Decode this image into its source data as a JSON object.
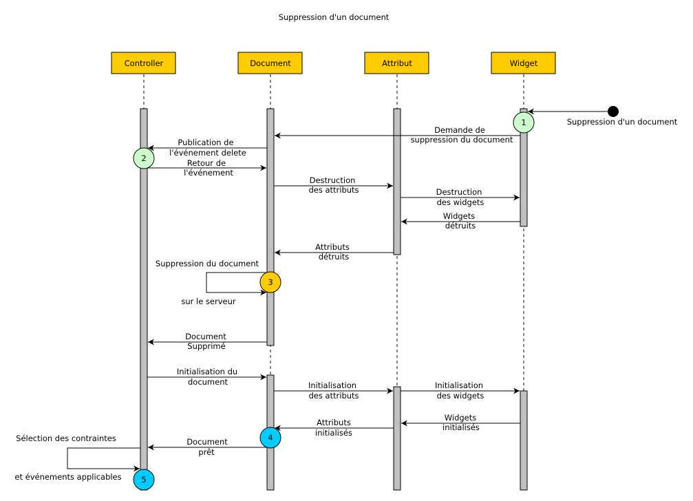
{
  "title": "Suppression d'un document",
  "actors": [
    "Controller",
    "Document",
    "Attribut",
    "Widget"
  ],
  "start_label": "Suppression d'un document",
  "messages": [
    [
      "Demande de",
      "suppression du document"
    ],
    [
      "Publication de",
      "l'événement delete"
    ],
    [
      "Retour de",
      "l'événement"
    ],
    [
      "Destruction",
      "des attributs"
    ],
    [
      "Destruction",
      "des widgets"
    ],
    [
      "Widgets",
      "détruits"
    ],
    [
      "Attributs",
      "détruits"
    ],
    [
      "Document",
      "Supprimé"
    ],
    [
      "Initialisation du",
      "document"
    ],
    [
      "Initialisation",
      "des attributs"
    ],
    [
      "Initialisation",
      "des widgets"
    ],
    [
      "Widgets",
      "initialisés"
    ],
    [
      "Attributs",
      "initialisés"
    ],
    [
      "Document",
      "prêt"
    ]
  ],
  "self_messages": [
    [
      "Suppression du document",
      "sur le serveur"
    ],
    [
      "Sélection des contraintes",
      "et événements applicables"
    ]
  ],
  "steps": [
    {
      "label": "1",
      "color": "#ccffcc"
    },
    {
      "label": "2",
      "color": "#ccffcc"
    },
    {
      "label": "3",
      "color": "#ffcc00"
    },
    {
      "label": "4",
      "color": "#00ccff"
    },
    {
      "label": "5",
      "color": "#00ccff"
    }
  ]
}
